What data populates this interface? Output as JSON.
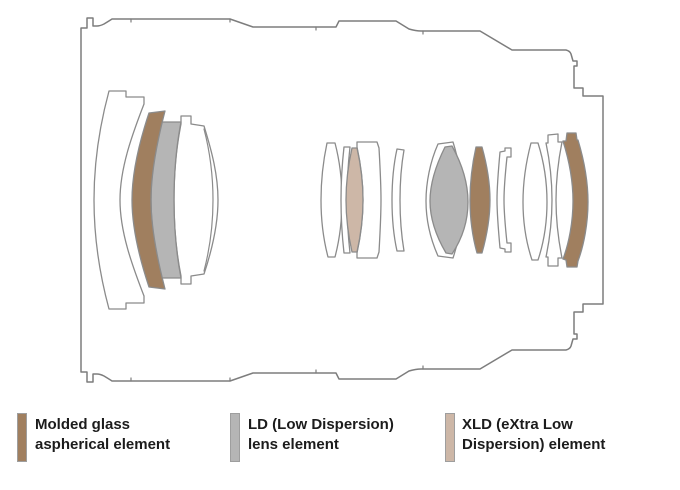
{
  "diagram": {
    "title": "Lens optical construction cross-section",
    "colors": {
      "aspherical": "#A07F5F",
      "ld": "#B5B5B5",
      "xld": "#CDB7A7",
      "outline": "#7d7d7d",
      "glass_outline": "#8b8b8b"
    },
    "elements": [
      {
        "n": 1,
        "material": "glass"
      },
      {
        "n": 2,
        "material": "aspherical"
      },
      {
        "n": 3,
        "material": "ld"
      },
      {
        "n": 4,
        "material": "glass"
      },
      {
        "n": 5,
        "material": "glass"
      },
      {
        "n": 6,
        "material": "glass"
      },
      {
        "n": 7,
        "material": "xld"
      },
      {
        "n": 8,
        "material": "glass"
      },
      {
        "n": 9,
        "material": "glass"
      },
      {
        "n": 10,
        "material": "glass"
      },
      {
        "n": 11,
        "material": "ld"
      },
      {
        "n": 12,
        "material": "aspherical"
      },
      {
        "n": 13,
        "material": "glass"
      },
      {
        "n": 14,
        "material": "glass"
      },
      {
        "n": 15,
        "material": "glass"
      },
      {
        "n": 16,
        "material": "aspherical"
      }
    ]
  },
  "legend": {
    "items": [
      {
        "key": "aspherical",
        "swatch_color": "#A07F5F",
        "line1": "Molded glass",
        "line2": "aspherical element"
      },
      {
        "key": "ld",
        "swatch_color": "#B5B5B5",
        "line1": "LD (Low Dispersion)",
        "line2": "lens element"
      },
      {
        "key": "xld",
        "swatch_color": "#CDB7A7",
        "line1": "XLD (eXtra Low",
        "line2": "Dispersion) element"
      }
    ]
  }
}
